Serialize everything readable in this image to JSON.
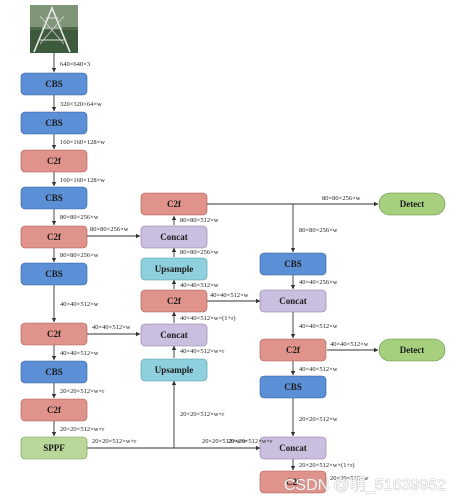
{
  "colors": {
    "CBS": "#5b8fd6",
    "C2f": "#e0938b",
    "Concat": "#cbbfdf",
    "Upsample": "#8ed0dd",
    "SPPF": "#b9d89a",
    "Detect": "#a6d07e"
  },
  "thumbnail": {
    "icon": "aerial-image-thumbnail"
  },
  "blocks": {
    "cbs1": "CBS",
    "cbs2": "CBS",
    "c2f1": "C2f",
    "cbs3": "CBS",
    "c2f2": "C2f",
    "cbs4": "CBS",
    "c2f3": "C2f",
    "cbs5": "CBS",
    "c2f4": "C2f",
    "sppf": "SPPF",
    "up1": "Upsample",
    "up2": "Upsample",
    "c2f_n1": "C2f",
    "c2f_n2": "C2f",
    "concat1": "Concat",
    "concat2": "Concat",
    "c2f_r": "C2f",
    "cbs_r1": "CBS",
    "cbs_r2": "CBS",
    "concat3": "Concat",
    "concat4": "Concat",
    "c2f_b": "C2f",
    "detect1": "Detect",
    "detect2": "Detect"
  },
  "labels": {
    "l01": "640×640×3",
    "l02": "320×320×64×w",
    "l03": "160×160×128×w",
    "l04": "160×160×128×w",
    "l05": "80×80×256×w",
    "l06": "80×80×256×w",
    "l07": "80×80×256×w",
    "l08": "40×40×512×w",
    "l09": "40×40×512×w",
    "l10": "40×40×512×w",
    "l11": "20×20×512×w×r",
    "l12": "20×20×512×w×r",
    "l13": "20×20×512×w×r",
    "l14": "20×20×512×w×r",
    "l15": "80×80×512×w",
    "l16": "80×80×256×w",
    "l17": "40×40×512×w",
    "l18": "40×40×512×w",
    "l19": "40×40×512×w×(1+r)",
    "l20": "40×40×512×w×r",
    "l21": "20×20×512×w×r",
    "l22": "80×80×256×w",
    "l23": "80×80×256×w",
    "l24": "40×40×256×w",
    "l25": "40×40×512×w",
    "l26": "40×40×512×w",
    "l27": "40×40×512×w",
    "l28": "20×20×512×w",
    "l29": "20×20×512×w×r",
    "l30": "20×20×512×w×(1+r)",
    "l31": "20×20×512×w"
  },
  "watermark": "CSDN @明_51639952"
}
